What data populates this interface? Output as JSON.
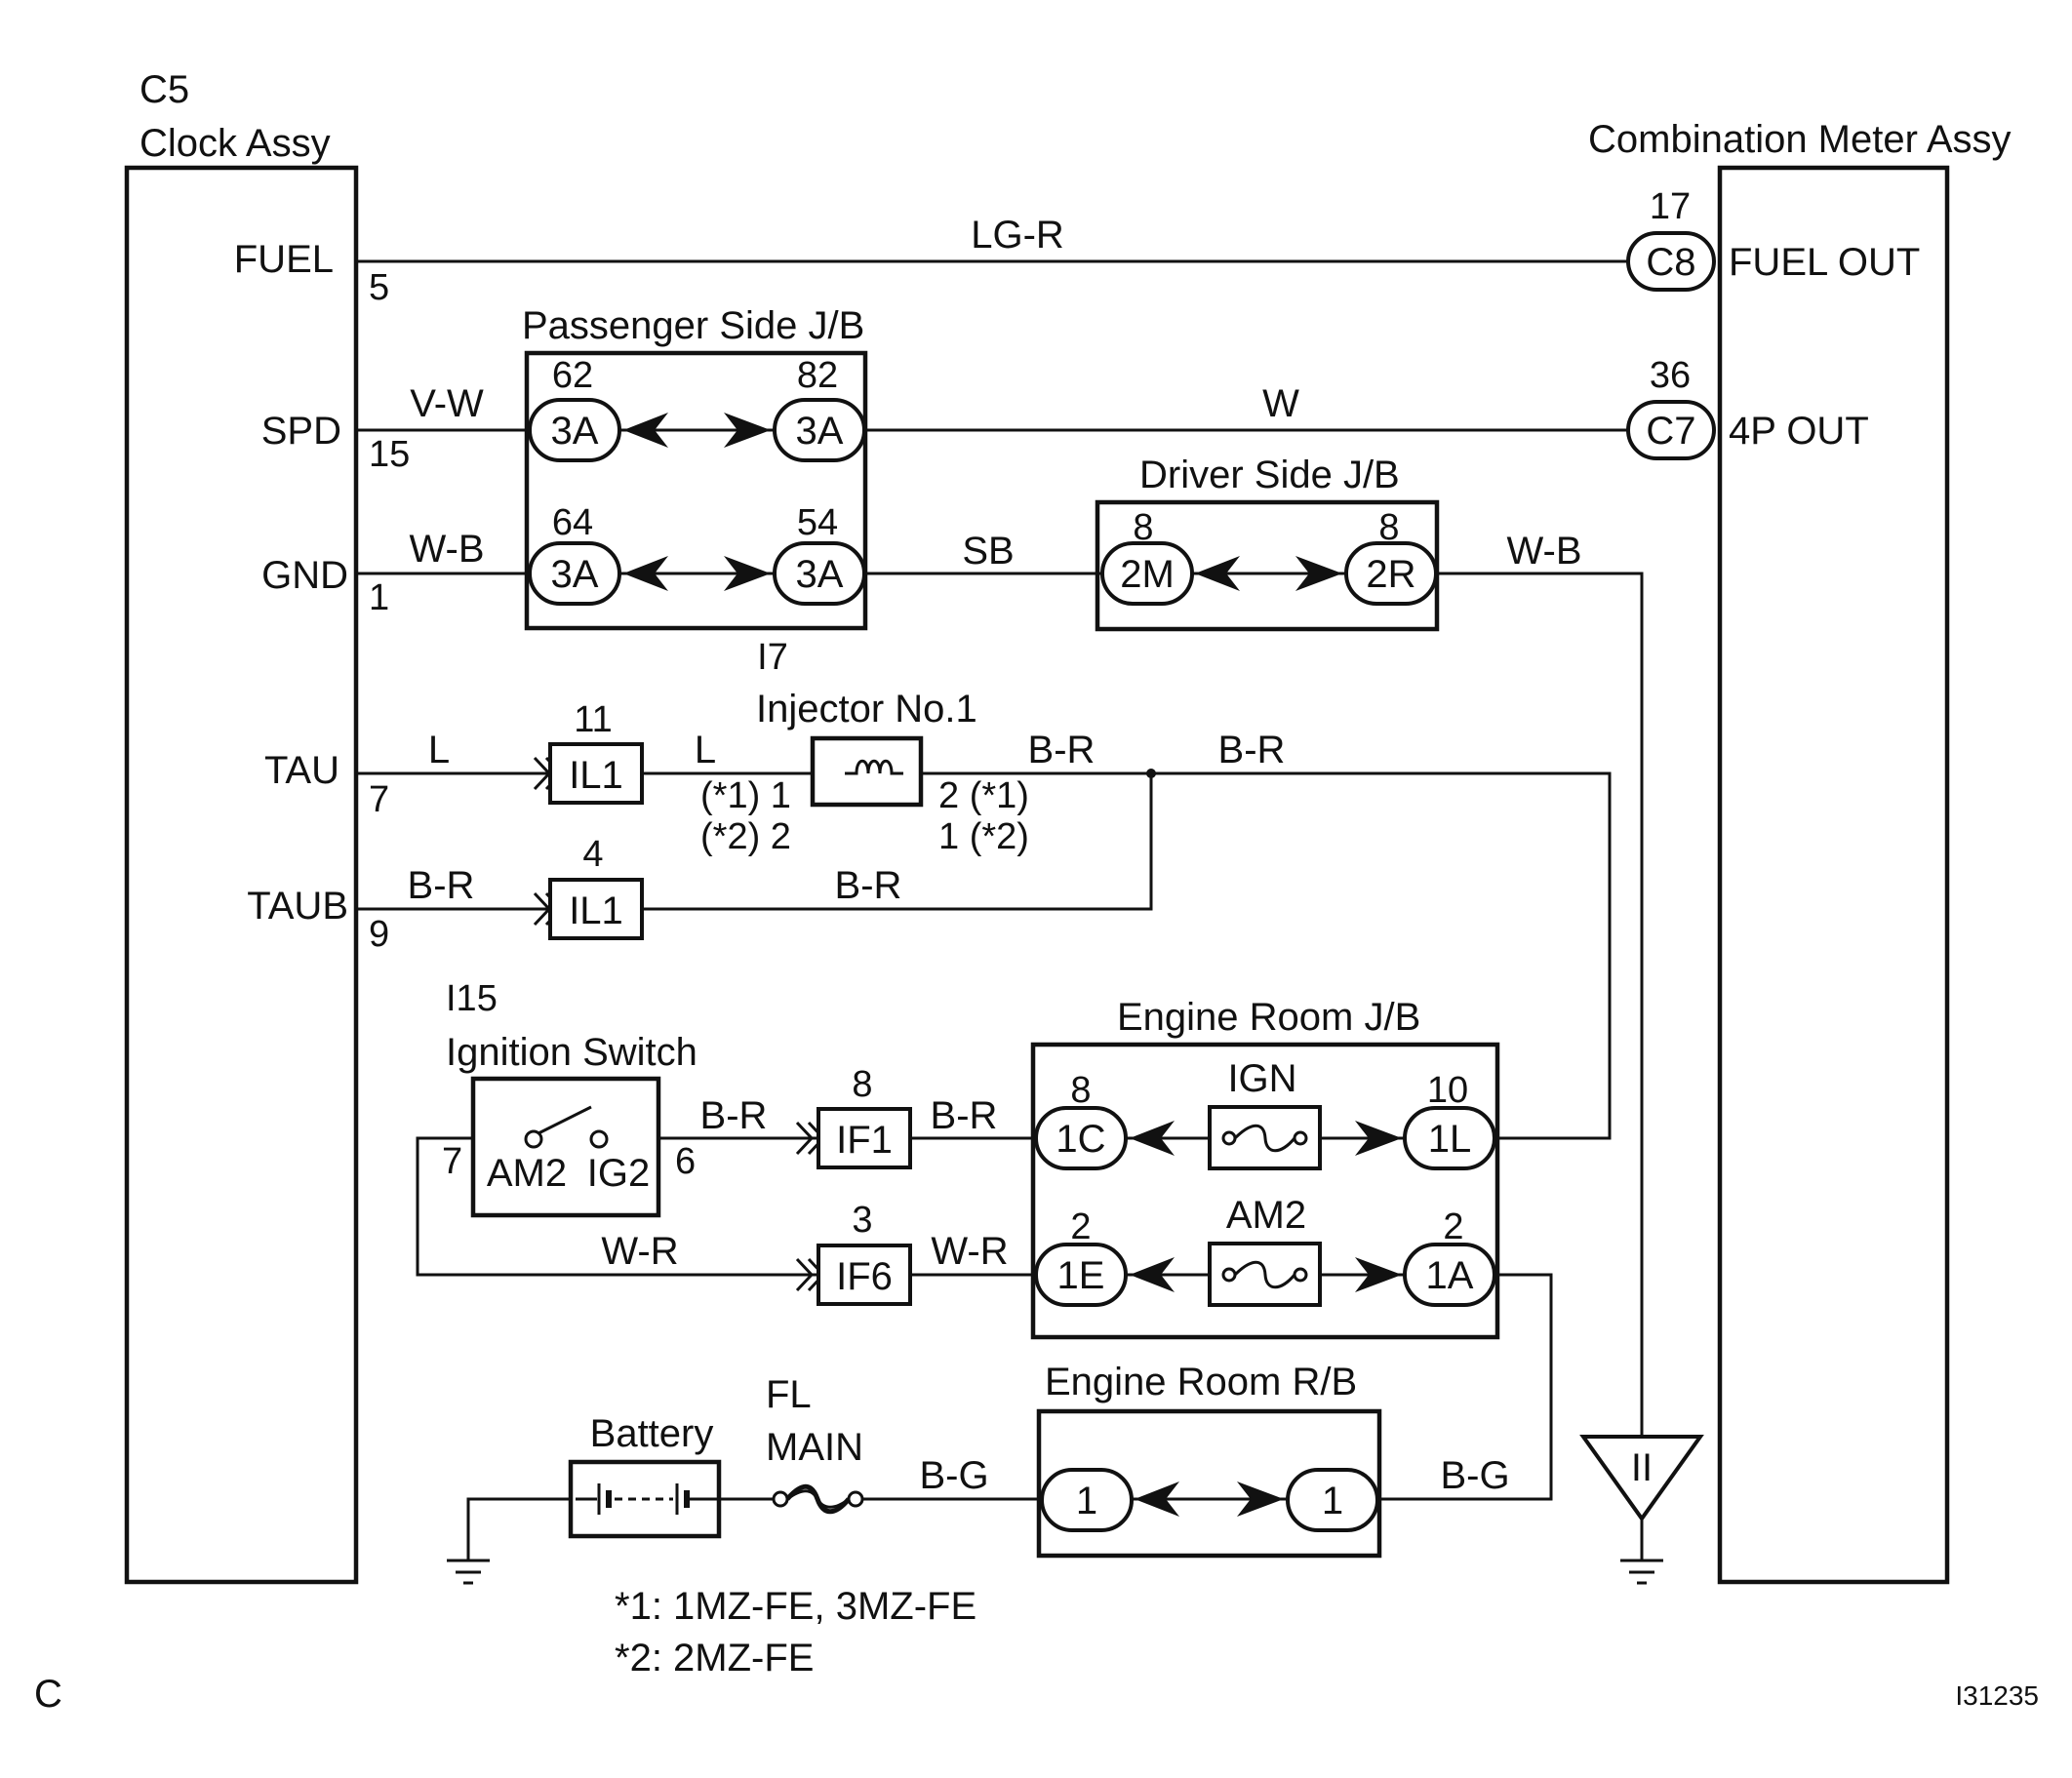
{
  "colors": {
    "ink": "#111111",
    "background": "#ffffff"
  },
  "clock": {
    "code": "C5",
    "name": "Clock Assy",
    "pins": {
      "fuel": "FUEL",
      "fuel_no": "5",
      "spd": "SPD",
      "spd_no": "15",
      "gnd": "GND",
      "gnd_no": "1",
      "tau": "TAU",
      "tau_no": "7",
      "taub": "TAUB",
      "taub_no": "9"
    }
  },
  "meter": {
    "name": "Combination Meter Assy",
    "fuel_out": "FUEL OUT",
    "fuel_pin": "17",
    "fuel_conn": "C8",
    "out4p": "4P OUT",
    "out4p_pin": "36",
    "out4p_conn": "C7"
  },
  "wires": {
    "fuel": "LG-R",
    "spd_in": "V-W",
    "spd_out": "W",
    "gnd_in": "W-B",
    "gnd_mid": "SB",
    "gnd_out": "W-B",
    "tau_in": "L",
    "tau_mid": "L",
    "inj_out": "B-R",
    "inj_right": "B-R",
    "taub_in": "B-R",
    "taub_mid": "B-R",
    "ig2": "B-R",
    "if1_out": "B-R",
    "am2": "W-R",
    "if6_out": "W-R",
    "fl_out": "B-G",
    "rb_out": "B-G"
  },
  "passenger_jb": {
    "title": "Passenger Side J/B",
    "p1": "62",
    "p2": "82",
    "p3": "64",
    "p4": "54",
    "c1": "3A",
    "c2": "3A",
    "c3": "3A",
    "c4": "3A"
  },
  "driver_jb": {
    "title": "Driver Side J/B",
    "p1": "8",
    "p2": "8",
    "c1": "2M",
    "c2": "2R"
  },
  "injector": {
    "code": "I7",
    "name": "Injector No.1",
    "left_pins_1": "(*1) 1",
    "left_pins_2": "(*2) 2",
    "right_pins_1": "2 (*1)",
    "right_pins_2": "1 (*2)"
  },
  "connectors": {
    "il1_a_pin": "11",
    "il1_a": "IL1",
    "il1_b_pin": "4",
    "il1_b": "IL1",
    "if1_pin": "8",
    "if1": "IF1",
    "if6_pin": "3",
    "if6": "IF6"
  },
  "ignition": {
    "code": "I15",
    "name": "Ignition Switch",
    "am2": "AM2",
    "ig2": "IG2",
    "pin7": "7",
    "pin6": "6"
  },
  "engine_jb": {
    "title": "Engine Room J/B",
    "ign_fuse": "IGN",
    "am2_fuse": "AM2",
    "p1c": "8",
    "c1c": "1C",
    "p1l": "10",
    "c1l": "1L",
    "p1e": "2",
    "c1e": "1E",
    "p1a": "2",
    "c1a": "1A"
  },
  "engine_rb": {
    "title": "Engine Room R/B",
    "c_left": "1",
    "c_right": "1"
  },
  "battery": {
    "label": "Battery"
  },
  "fl_main": {
    "line1": "FL",
    "line2": "MAIN"
  },
  "ground": {
    "symbol": "II"
  },
  "notes": {
    "n1": "*1: 1MZ-FE, 3MZ-FE",
    "n2": "*2: 2MZ-FE"
  },
  "corner": {
    "left": "C",
    "right": "I31235"
  }
}
